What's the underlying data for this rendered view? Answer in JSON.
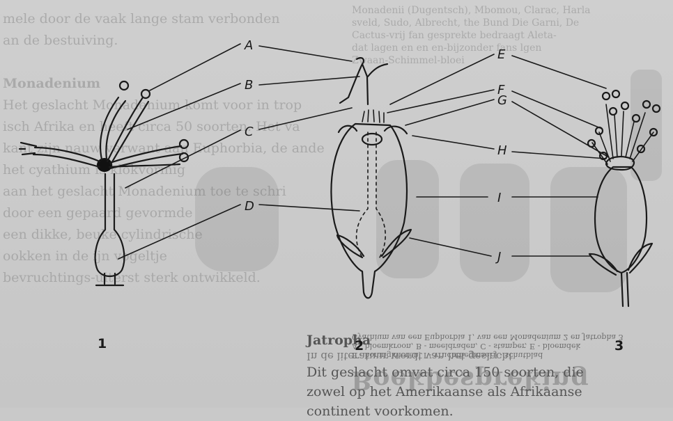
{
  "background_text": {
    "left_lines": [
      "mele door de vaak lange stam verbonden",
      "an de bestuiving.",
      "Monadenium",
      "Het geslacht Monadenium komt voor in trop",
      "isch Afrika en heeft circa 50 soorten. Het va",
      "kant zijn nauw verwant aan Euphorbia, de ande",
      "het cyathium is klokvormig",
      "aan het geslacht Monadenium toe te schri",
      "door een gepaard gevormde",
      "een dikke, beuke cylindrische",
      "ookken in de ijn vogeltje",
      "bevruchtings-uiterst sterk ontwikkeld."
    ],
    "right_lines": [
      "Monadenii (Dugentsch), Mbomou, Clarac, Harla",
      "sveld, Sudo, Albrecht, the Bund Die Garni, De",
      "Cactus-vrij fan gesprekte bedraagt Aleta-",
      "dat lagen en en en-bijzonder fans lgen",
      "Zwaan-Schimmel-bloei"
    ],
    "bottom_caption": [
      "Cyathium van een Euphorbia 1, van een Monadenium 2 en Jatropha 3",
      "A - bloemkroon, B - meeldraden, C - stamper, E - bloemdek",
      "F - honingklieren, I - vruchtbeginsel J - schutblad"
    ],
    "jatropha_heading": "Jatropha",
    "jatropha_lines": [
      "Dit geslacht omvat circa 150 soorten, die",
      "zowel op het Amerikaanse als Afrikaanse",
      "continent voorkomen."
    ],
    "bottom_big": "Boekbespreking",
    "bottom_left_mirror": "In de literatuur wordt van het geslacht"
  },
  "figure": {
    "labels": [
      "A",
      "B",
      "C",
      "D",
      "E",
      "F",
      "G",
      "H",
      "I",
      "J"
    ],
    "numbers": [
      "1",
      "2",
      "3"
    ]
  }
}
